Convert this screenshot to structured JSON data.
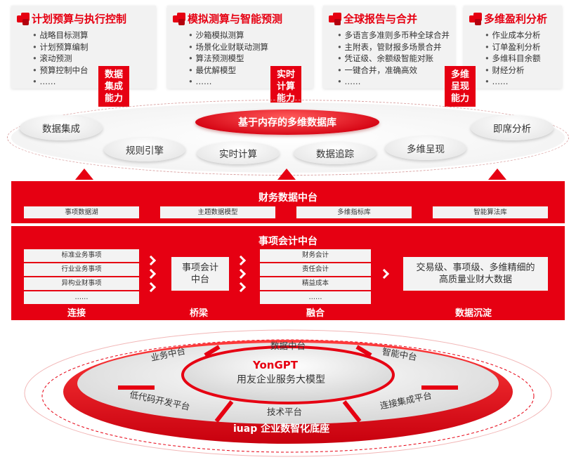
{
  "cards": [
    {
      "title": "计划预算与执行控制",
      "items": [
        "战略目标测算",
        "计划预算编制",
        "滚动预测",
        "预算控制中台",
        "……"
      ]
    },
    {
      "title": "模拟测算与智能预测",
      "items": [
        "沙箱模拟测算",
        "场景化业财联动测算",
        "算法预测模型",
        "最优解模型",
        "……"
      ]
    },
    {
      "title": "全球报告与合并",
      "items": [
        "多语言多准则多币种全球合并",
        "主附表，管财报多场景合并",
        "凭证级、余额级智能对账",
        "一键合并，准确高效",
        "……"
      ]
    },
    {
      "title": "多维盈利分析",
      "items": [
        "作业成本分析",
        "订单盈利分析",
        "多维科目余额",
        "财经分析",
        "……"
      ]
    }
  ],
  "capabilities": [
    "数据\n集成\n能力",
    "实时\n计算\n能力",
    "多维\n呈现\n能力"
  ],
  "db": {
    "center": "基于内存的多维数据库",
    "pills": [
      "数据集成",
      "规则引擎",
      "实时计算",
      "数据追踪",
      "多维呈现",
      "即席分析"
    ]
  },
  "finance_platform": {
    "title": "财务数据中台",
    "chips": [
      "事项数据湖",
      "主题数据模型",
      "多维指标库",
      "智能算法库"
    ]
  },
  "event_platform": {
    "title": "事项会计中台",
    "left_list": [
      "标准业务事项",
      "行业业务事项",
      "异构业财事项",
      "……"
    ],
    "bridge": [
      "事项会计",
      "中台"
    ],
    "right_list": [
      "财务会计",
      "责任会计",
      "精益成本",
      "……"
    ],
    "result": [
      "交易级、事项级、多维精细的",
      "高质量业财大数据"
    ],
    "labels": [
      "连接",
      "桥梁",
      "融合",
      "数据沉淀"
    ]
  },
  "base": {
    "brand": "YonGPT",
    "subtitle": "用友企业服务大模型",
    "segments": [
      "数据中台",
      "智能中台",
      "连接集成平台",
      "技术平台",
      "低代码开发平台",
      "业务中台"
    ],
    "footer": "iuap 企业数智化底座"
  },
  "colors": {
    "primary": "#e60012",
    "panel": "#f3f3f3"
  }
}
